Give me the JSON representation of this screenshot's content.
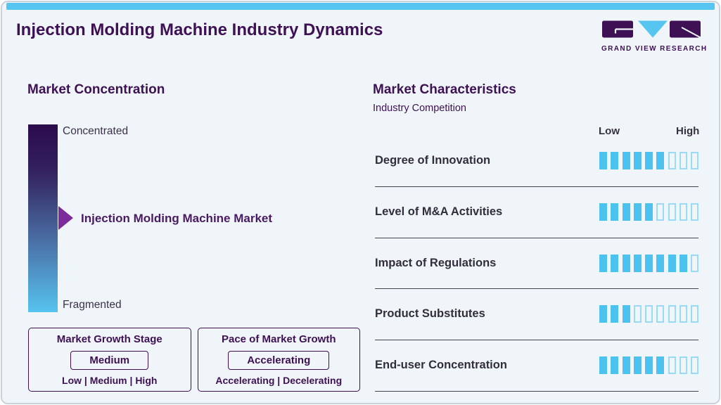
{
  "header": {
    "title": "Injection Molding Machine Industry Dynamics",
    "logo": {
      "brand": "GRAND VIEW RESEARCH"
    }
  },
  "colors": {
    "dark_purple": "#3d1154",
    "accent_cyan": "#56c5f0",
    "bar_fill": "#4cc2ef",
    "bar_outline": "#9bdaf6",
    "marker_purple": "#7c2b9b",
    "background": "#f0f5f9",
    "gradient_top": "#2b0b4c",
    "gradient_bottom": "#57c3ef"
  },
  "market_concentration": {
    "heading": "Market Concentration",
    "scale_top": "Concentrated",
    "scale_bottom": "Fragmented",
    "marker_label": "Injection Molding Machine Market",
    "marker_position_pct": 50
  },
  "growth_boxes": [
    {
      "title": "Market Growth Stage",
      "value": "Medium",
      "options": "Low | Medium | High"
    },
    {
      "title": "Pace of Market Growth",
      "value": "Accelerating",
      "options": "Accelerating | Decelerating"
    }
  ],
  "market_characteristics": {
    "heading": "Market Characteristics",
    "subheading": "Industry Competition",
    "scale_left": "Low",
    "scale_right": "High",
    "segments_total": 9,
    "rows": [
      {
        "label": "Degree of Innovation",
        "filled": 6
      },
      {
        "label": "Level of M&A Activities",
        "filled": 5
      },
      {
        "label": "Impact of Regulations",
        "filled": 8
      },
      {
        "label": "Product Substitutes",
        "filled": 3
      },
      {
        "label": "End-user Concentration",
        "filled": 6
      }
    ]
  },
  "chart_data": {
    "type": "bar",
    "title": "Market Characteristics — Industry Competition",
    "categories": [
      "Degree of Innovation",
      "Level of M&A Activities",
      "Impact of Regulations",
      "Product Substitutes",
      "End-user Concentration"
    ],
    "values": [
      6,
      5,
      8,
      3,
      6
    ],
    "xlabel": "",
    "ylabel": "Rating (Low to High)",
    "ylim": [
      0,
      9
    ],
    "legend_position": "none",
    "grid": false,
    "annotations": [
      "Market concentration scale: Concentrated (top) to Fragmented (bottom), marker for Injection Molding Machine Market at mid-scale",
      "Market Growth Stage: Medium (of Low | Medium | High)",
      "Pace of Market Growth: Accelerating (of Accelerating | Decelerating)"
    ]
  }
}
